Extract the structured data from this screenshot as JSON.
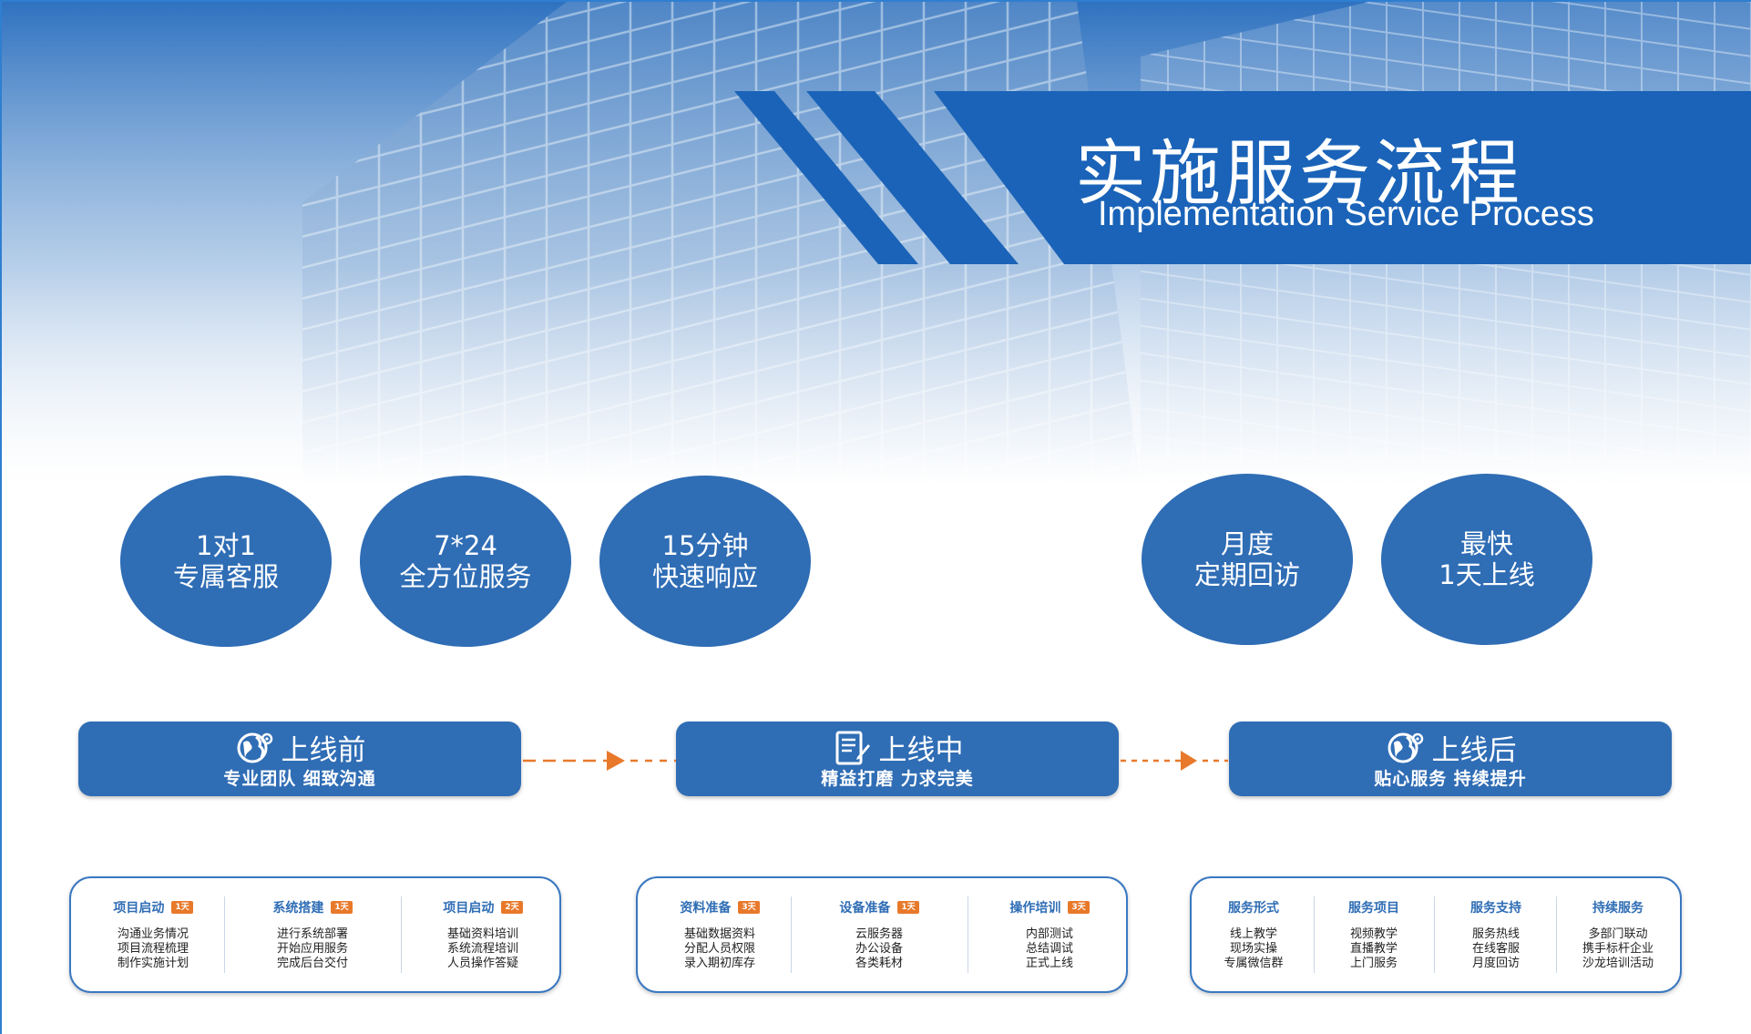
{
  "title": {
    "cn": "实施服务流程",
    "en": "Implementation Service Process"
  },
  "circles": [
    {
      "line1": "1对1",
      "line2": "专属客服"
    },
    {
      "line1": "7*24",
      "line2": "全方位服务"
    },
    {
      "line1": "15分钟",
      "line2": "快速响应"
    },
    {
      "line1": "月度",
      "line2": "定期回访"
    },
    {
      "line1": "最快",
      "line2": "1天上线"
    }
  ],
  "phases": [
    {
      "title": "上线前",
      "subtitle": "专业团队 细致沟通",
      "icon": "globe-icon"
    },
    {
      "title": "上线中",
      "subtitle": "精益打磨 力求完美",
      "icon": "document-icon"
    },
    {
      "title": "上线后",
      "subtitle": "贴心服务 持续提升",
      "icon": "globe-icon"
    }
  ],
  "colors": {
    "primary_blue": "#2f6db5",
    "banner_blue": "#1a63b8",
    "accent_orange": "#e8792b"
  },
  "cards": [
    {
      "columns": [
        {
          "title": "项目启动",
          "badge": "1天",
          "lines": [
            "沟通业务情况",
            "项目流程梳理",
            "制作实施计划"
          ]
        },
        {
          "title": "系统搭建",
          "badge": "1天",
          "lines": [
            "进行系统部署",
            "开始应用服务",
            "完成后台交付"
          ]
        },
        {
          "title": "项目启动",
          "badge": "2天",
          "lines": [
            "基础资料培训",
            "系统流程培训",
            "人员操作答疑"
          ]
        }
      ]
    },
    {
      "columns": [
        {
          "title": "资料准备",
          "badge": "3天",
          "lines": [
            "基础数据资料",
            "分配人员权限",
            "录入期初库存"
          ]
        },
        {
          "title": "设备准备",
          "badge": "1天",
          "lines": [
            "云服务器",
            "办公设备",
            "各类耗材"
          ]
        },
        {
          "title": "操作培训",
          "badge": "3天",
          "lines": [
            "内部测试",
            "总结调试",
            "正式上线"
          ]
        }
      ]
    },
    {
      "columns": [
        {
          "title": "服务形式",
          "badge": "",
          "lines": [
            "线上教学",
            "现场实操",
            "专属微信群"
          ]
        },
        {
          "title": "服务项目",
          "badge": "",
          "lines": [
            "视频教学",
            "直播教学",
            "上门服务"
          ]
        },
        {
          "title": "服务支持",
          "badge": "",
          "lines": [
            "服务热线",
            "在线客服",
            "月度回访"
          ]
        },
        {
          "title": "持续服务",
          "badge": "",
          "lines": [
            "多部门联动",
            "携手标杆企业",
            "沙龙培训活动"
          ]
        }
      ]
    }
  ]
}
